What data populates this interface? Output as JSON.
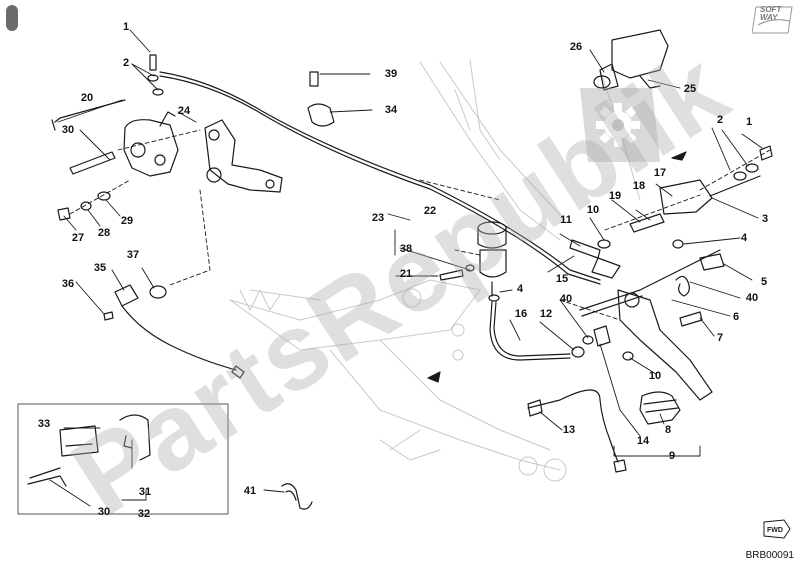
{
  "watermark": "PartsRepublik",
  "brand_logo_text": "SOFT WAY",
  "doc_reference": "BRB00091",
  "fwd_label": "FWD",
  "callouts": [
    "1",
    "2",
    "3",
    "4",
    "5",
    "6",
    "7",
    "8",
    "9",
    "10",
    "11",
    "12",
    "13",
    "14",
    "15",
    "16",
    "17",
    "18",
    "19",
    "20",
    "21",
    "22",
    "23",
    "24",
    "25",
    "26",
    "27",
    "28",
    "29",
    "30",
    "31",
    "32",
    "33",
    "34",
    "35",
    "36",
    "37",
    "38",
    "39",
    "40",
    "41"
  ],
  "icons": {
    "corner": "info-marker-icon",
    "gear": "gear-icon",
    "fwd": "forward-arrow-icon"
  },
  "colors": {
    "line": "#1a1a1a",
    "watermark": "#aaaaaa",
    "frame": "#c8c8c8"
  }
}
